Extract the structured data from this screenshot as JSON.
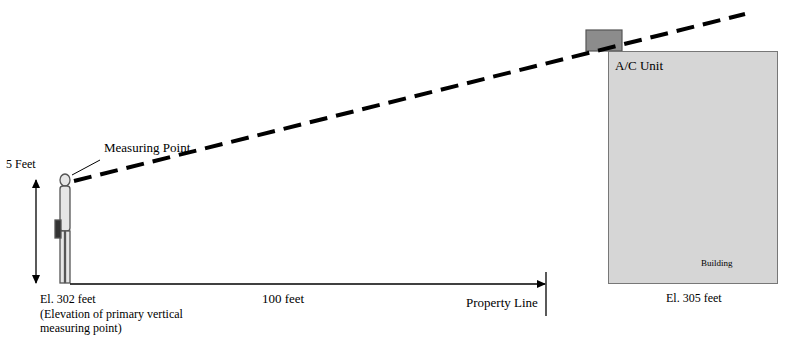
{
  "diagram": {
    "nodes": [
      {
        "text": [
          "A/C Unit",
          "Building"
        ]
      }
    ],
    "labels": [
      "Measuring Point",
      "5 Feet",
      "El. 302 feet",
      "(Elevation of primary vertical measuring point)",
      "100 feet",
      "Property Line",
      "El. 305 feet"
    ]
  }
}
